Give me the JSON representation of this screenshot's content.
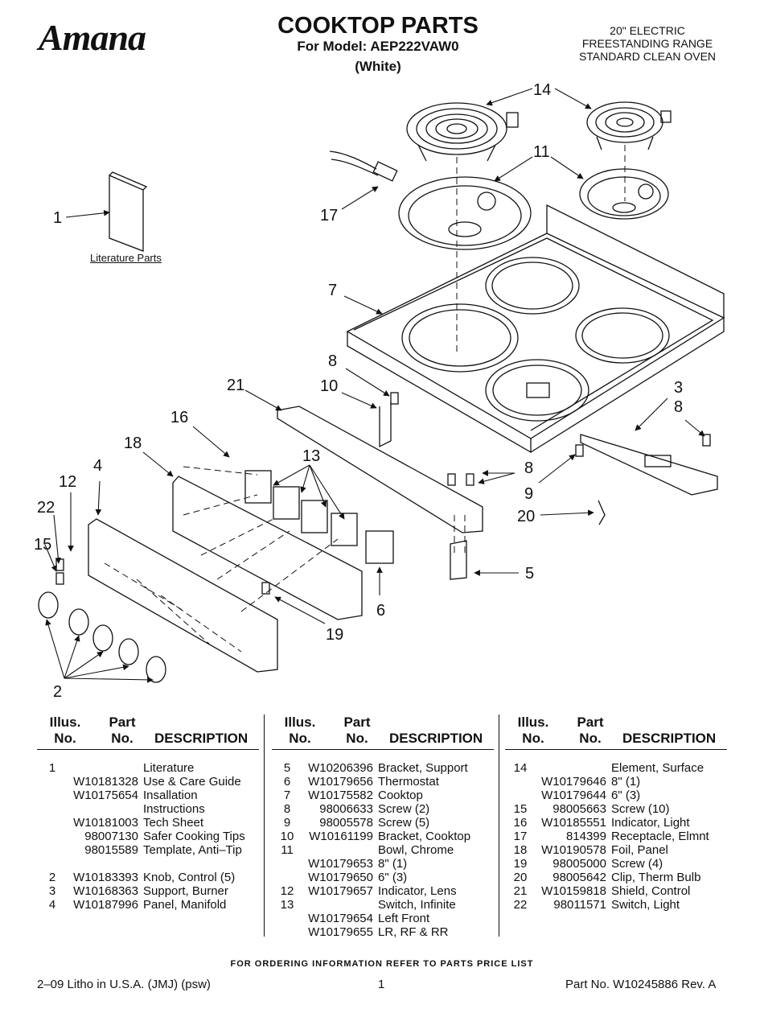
{
  "header": {
    "brand": "Amana",
    "title": "COOKTOP PARTS",
    "model_line": "For Model: AEP222VAW0",
    "color_line": "(White)",
    "right_lines": [
      "20\" ELECTRIC",
      "FREESTANDING RANGE",
      "STANDARD CLEAN OVEN"
    ]
  },
  "diagram": {
    "literature_label": "Literature Parts",
    "callouts": [
      "14",
      "11",
      "1",
      "17",
      "7",
      "8",
      "10",
      "21",
      "3",
      "8",
      "16",
      "13",
      "18",
      "4",
      "12",
      "8",
      "9",
      "22",
      "20",
      "15",
      "5",
      "6",
      "19",
      "2"
    ]
  },
  "parts_table": {
    "headers": {
      "illus": [
        "Illus.",
        "No."
      ],
      "part": [
        "Part",
        "No."
      ],
      "desc": "DESCRIPTION"
    },
    "columns": [
      [
        [
          "1",
          "",
          "Literature"
        ],
        [
          "",
          "W10181328",
          "Use & Care Guide"
        ],
        [
          "",
          "W10175654",
          "Insallation"
        ],
        [
          "",
          "",
          "Instructions"
        ],
        [
          "",
          "W10181003",
          "Tech Sheet"
        ],
        [
          "",
          "98007130",
          "Safer Cooking Tips"
        ],
        [
          "",
          "98015589",
          "Template, Anti–Tip"
        ],
        [
          "",
          "",
          ""
        ],
        [
          "2",
          "W10183393",
          "Knob, Control (5)"
        ],
        [
          "3",
          "W10168363",
          "Support, Burner"
        ],
        [
          "4",
          "W10187996",
          "Panel, Manifold"
        ]
      ],
      [
        [
          "5",
          "W10206396",
          "Bracket, Support"
        ],
        [
          "6",
          "W10179656",
          "Thermostat"
        ],
        [
          "7",
          "W10175582",
          "Cooktop"
        ],
        [
          "8",
          "98006633",
          "Screw (2)"
        ],
        [
          "9",
          "98005578",
          "Screw (5)"
        ],
        [
          "10",
          "W10161199",
          "Bracket, Cooktop"
        ],
        [
          "11",
          "",
          "Bowl, Chrome"
        ],
        [
          "",
          "W10179653",
          "8\" (1)"
        ],
        [
          "",
          "W10179650",
          "6\" (3)"
        ],
        [
          "12",
          "W10179657",
          "Indicator, Lens"
        ],
        [
          "13",
          "",
          "Switch, Infinite"
        ],
        [
          "",
          "W10179654",
          "Left Front"
        ],
        [
          "",
          "W10179655",
          "LR, RF & RR"
        ]
      ],
      [
        [
          "14",
          "",
          "Element, Surface"
        ],
        [
          "",
          "W10179646",
          "8\" (1)"
        ],
        [
          "",
          "W10179644",
          "6\" (3)"
        ],
        [
          "15",
          "98005663",
          "Screw (10)"
        ],
        [
          "16",
          "W10185551",
          "Indicator, Light"
        ],
        [
          "17",
          "814399",
          "Receptacle, Elmnt"
        ],
        [
          "18",
          "W10190578",
          "Foil, Panel"
        ],
        [
          "19",
          "98005000",
          "Screw (4)"
        ],
        [
          "20",
          "98005642",
          "Clip, Therm Bulb"
        ],
        [
          "21",
          "W10159818",
          "Shield, Control"
        ],
        [
          "22",
          "98011571",
          "Switch, Light"
        ]
      ]
    ]
  },
  "footer": {
    "ordering": "FOR ORDERING INFORMATION REFER TO PARTS PRICE LIST",
    "litho": "2–09 Litho in U.S.A. (JMJ) (psw)",
    "page": "1",
    "part_no": "Part No. W10245886 Rev. A"
  }
}
